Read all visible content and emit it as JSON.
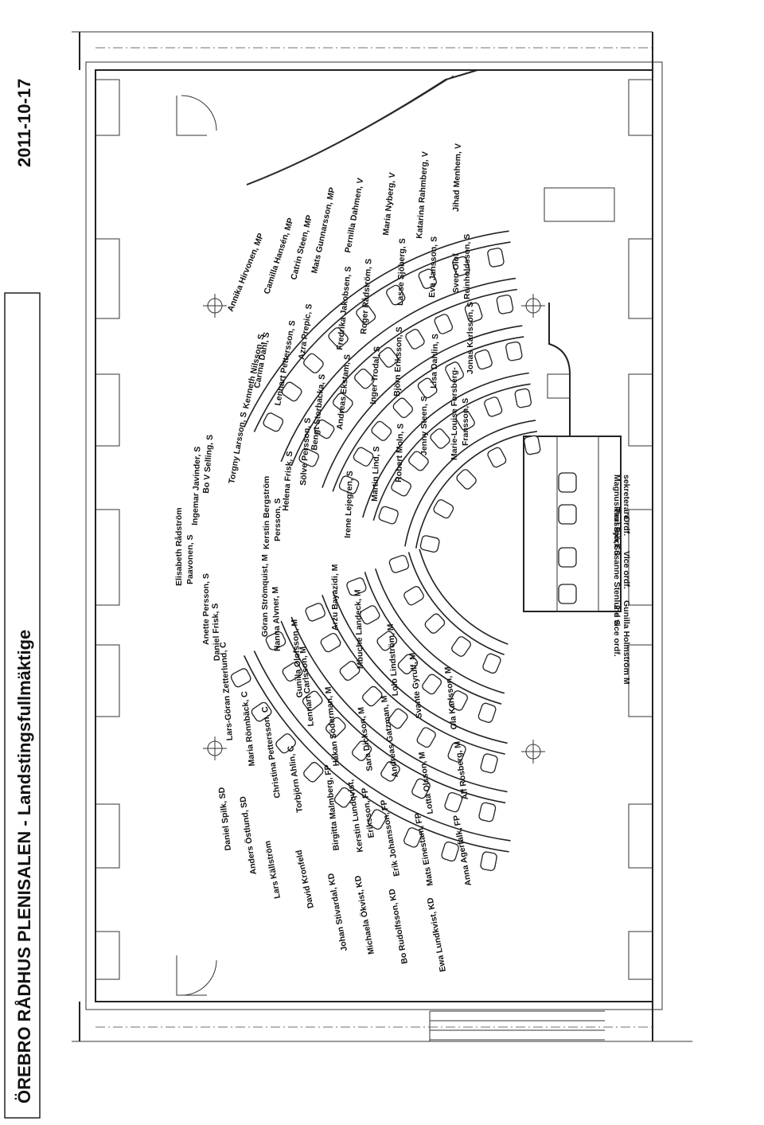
{
  "header": {
    "title": "ÖREBRO RÅDHUS PLENISALEN - Landstingsfullmäktige",
    "date": "2011-10-17"
  },
  "presidium": [
    "Gunilla Holmström M",
    "2:e vice ordf.",
    "Susanne Stenlund S",
    "Vice ordf.",
    "Raul Björk S",
    "Ordf.",
    "Magnus Persson,",
    "sekreterare"
  ],
  "seat_labels": {
    "left_block": [
      "Annika Hirvonen, MP",
      "Camilla Hansén, MP",
      "Catrin Steen, MP",
      "Mats Gunnarsson, MP",
      "Pernilla Dahmen, V",
      "Maria Nyberg, V",
      "Katarina Rahmberg, V",
      "Jihad Menhem, V",
      "Kenneth Nilsson, S",
      "Carina Dahl, S",
      "Lennart Pettersson, S",
      "Azra Prepic, S",
      "Fredrika Jakobsen, S",
      "Roger Rådström, S",
      "Lasse Sjöberg, S",
      "Eva Jansson, S",
      "Sven-Olof",
      "Reinholdsson, S",
      "Torgny Larsson, S",
      "Bo V Selling, S",
      "Ingemar Javinder, S",
      "Andreas Ekstam, S",
      "Bengt Storbacka, S",
      "Sölve Persson, S",
      "Helena Frisk, S",
      "Kerstin Bergström",
      "Persson, S",
      "Inger Trodal, S",
      "Björn Eriksson, S",
      "Lisa Dahlin, S",
      "Jonas Karlsson, S",
      "Irene Lejegren, S",
      "Martin Lind, S",
      "Robert Moln, S",
      "Jenny Steen, S",
      "Marie-Louise Forsberg-",
      "Fransson, S",
      "Elisabeth Rådström",
      "Paavonen, S"
    ],
    "right_block": [
      "Anette Persson, S",
      "Daniel Frisk, S",
      "Lars-Göran Zetterlund, C",
      "Maria Rönnbäck, C",
      "Christina Pettersson, C",
      "Torbjörn Ahlin, C",
      "Daniel Spilk, SD",
      "Anders Östlund, SD",
      "Lars Källström",
      "David Kronfeld",
      "Göran Strömquist, M",
      "Hanna Alvner, M",
      "Gunilla Olofsson, M",
      "Lennart Carlsson, M",
      "Håkan Söderman, M",
      "Birgitta Malmberg, FP",
      "Kerstin Lundqvist,",
      "Eriksson, FP",
      "Erik Johansson, FP",
      "Mats Einestam, FP",
      "Anna Agerfalk, FP",
      "Arzu Bayazidi, M",
      "Mbuche Landeck, M",
      "Lolo Lindström, M",
      "Svante Gyrulf, M",
      "Ola Karlsson, M",
      "Sara Dickson, M",
      "Andreas Gatzman, M",
      "Lotta Olsson, M",
      "Alf Rosberg, M",
      "Johan Stivardal, KD",
      "Michaela Ökvist, KD",
      "Bo Rudolfsson, KD",
      "Ewa Lundkvist, KD"
    ]
  }
}
